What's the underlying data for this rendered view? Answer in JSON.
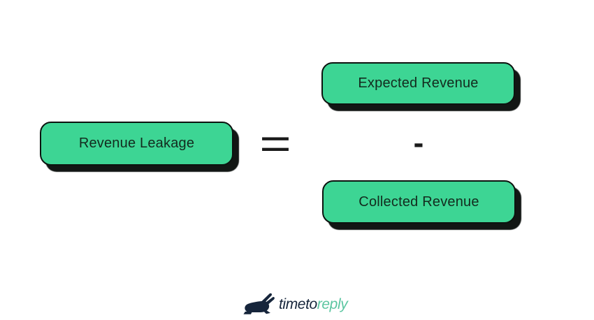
{
  "colors": {
    "box_fill": "#3dd594",
    "box_border": "#0c130f",
    "box_text": "#132b1e",
    "shadow": "#0a0e0c",
    "operator": "#1a1a1a",
    "logo_dark": "#16253b",
    "logo_green": "#5cc6a1",
    "page_bg": "#ffffff"
  },
  "formula": {
    "result_label": "Revenue Leakage",
    "equals_symbol": "=",
    "operand_top_label": "Expected Revenue",
    "operator_symbol": "-",
    "operand_bottom_label": "Collected Revenue"
  },
  "footer": {
    "logo_icon": "rabbit-icon",
    "brand_part1": "timeto",
    "brand_part2": "reply"
  }
}
